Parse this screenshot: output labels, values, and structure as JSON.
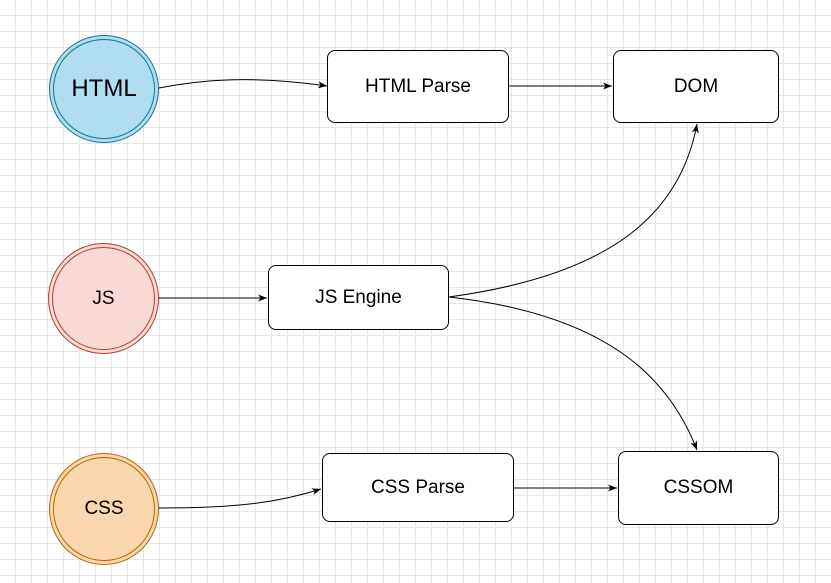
{
  "nodes": {
    "html": {
      "label": "HTML"
    },
    "js": {
      "label": "JS"
    },
    "css": {
      "label": "CSS"
    },
    "html_parse": {
      "label": "HTML Parse"
    },
    "dom": {
      "label": "DOM"
    },
    "js_engine": {
      "label": "JS Engine"
    },
    "css_parse": {
      "label": "CSS Parse"
    },
    "cssom": {
      "label": "CSSOM"
    }
  },
  "edges": [
    {
      "from": "HTML",
      "to": "HTML Parse"
    },
    {
      "from": "HTML Parse",
      "to": "DOM"
    },
    {
      "from": "JS",
      "to": "JS Engine"
    },
    {
      "from": "JS Engine",
      "to": "DOM"
    },
    {
      "from": "JS Engine",
      "to": "CSSOM"
    },
    {
      "from": "CSS",
      "to": "CSS Parse"
    },
    {
      "from": "CSS Parse",
      "to": "CSSOM"
    }
  ],
  "colors": {
    "html_fill": "#b1ddf0",
    "html_stroke": "#10739e",
    "js_fill": "#fad9d5",
    "js_stroke": "#ae4132",
    "css_fill": "#fad7ac",
    "css_stroke": "#b46504",
    "grid": "#e6e6e6",
    "line": "#000000"
  }
}
